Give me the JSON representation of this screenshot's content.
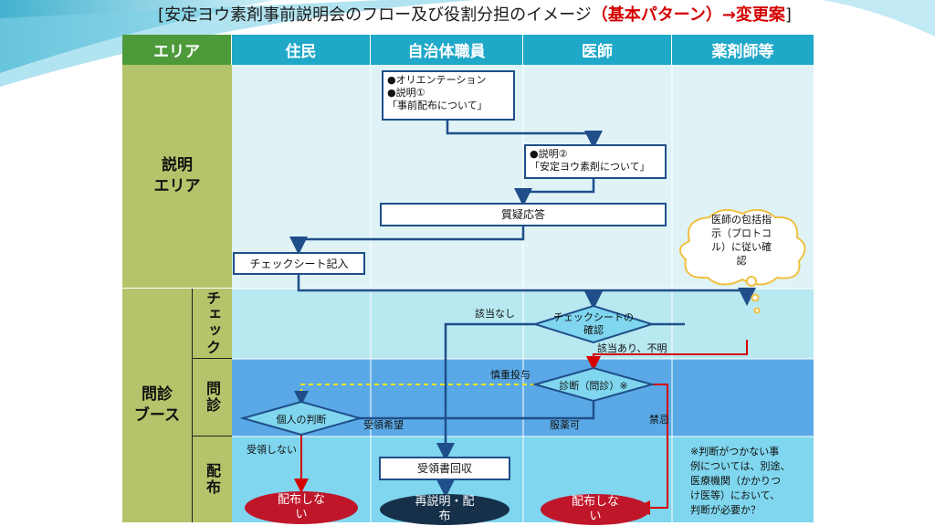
{
  "title": {
    "main": "[安定ヨウ素剤事前説明会のフロー及び役割分担のイメージ",
    "highlight": "（基本パターン）→変更案",
    "end": "]"
  },
  "header": {
    "area": "エリア",
    "resident": "住民",
    "municipal": "自治体職員",
    "doctor": "医師",
    "pharmacist": "薬剤師等"
  },
  "rows": {
    "explain": "説明\nエリア",
    "booth": "問診\nブース",
    "check": "チェック",
    "interview": "問診",
    "distribute": "配布"
  },
  "boxes": {
    "orientation": "●オリエンテーション\n●説明①\n 「事前配布について」",
    "explain2": "●説明②\n 「安定ヨウ素剤について」",
    "qa": "質疑応答",
    "checksheet": "チェックシート記入",
    "confirm": "チェックシートの\n確認",
    "diagnosis": "診断（問診）※",
    "personal": "個人の判断",
    "receipt": "受領書回収"
  },
  "labels": {
    "none": "該当なし",
    "unclear": "該当あり、不明",
    "careful": "慎重投与",
    "wish": "受領希望",
    "ok": "服薬可",
    "contra": "禁忌",
    "notreceive": "受領しない"
  },
  "ovals": {
    "nodist1": "配布しな\nい",
    "reexplain": "再説明・配\n布",
    "nodist2": "配布しな\nい"
  },
  "cloud": "医師の包括指\n示（プロトコ\nル）に従い確\n認",
  "note": "※判断がつかない事\n例については、別途、\n医療機関（かかりつ\nけ医等）において、\n判断が必要か？",
  "colors": {
    "header": "#20a8c8",
    "area_header": "#4d9a3a",
    "explain_row": "#dff3f7",
    "check_row": "#b8e8f0",
    "interview_row": "#5aa9e6",
    "distribute_row": "#7fd6ee",
    "arrow_blue": "#1f4e8a",
    "arrow_red": "#d40000"
  }
}
